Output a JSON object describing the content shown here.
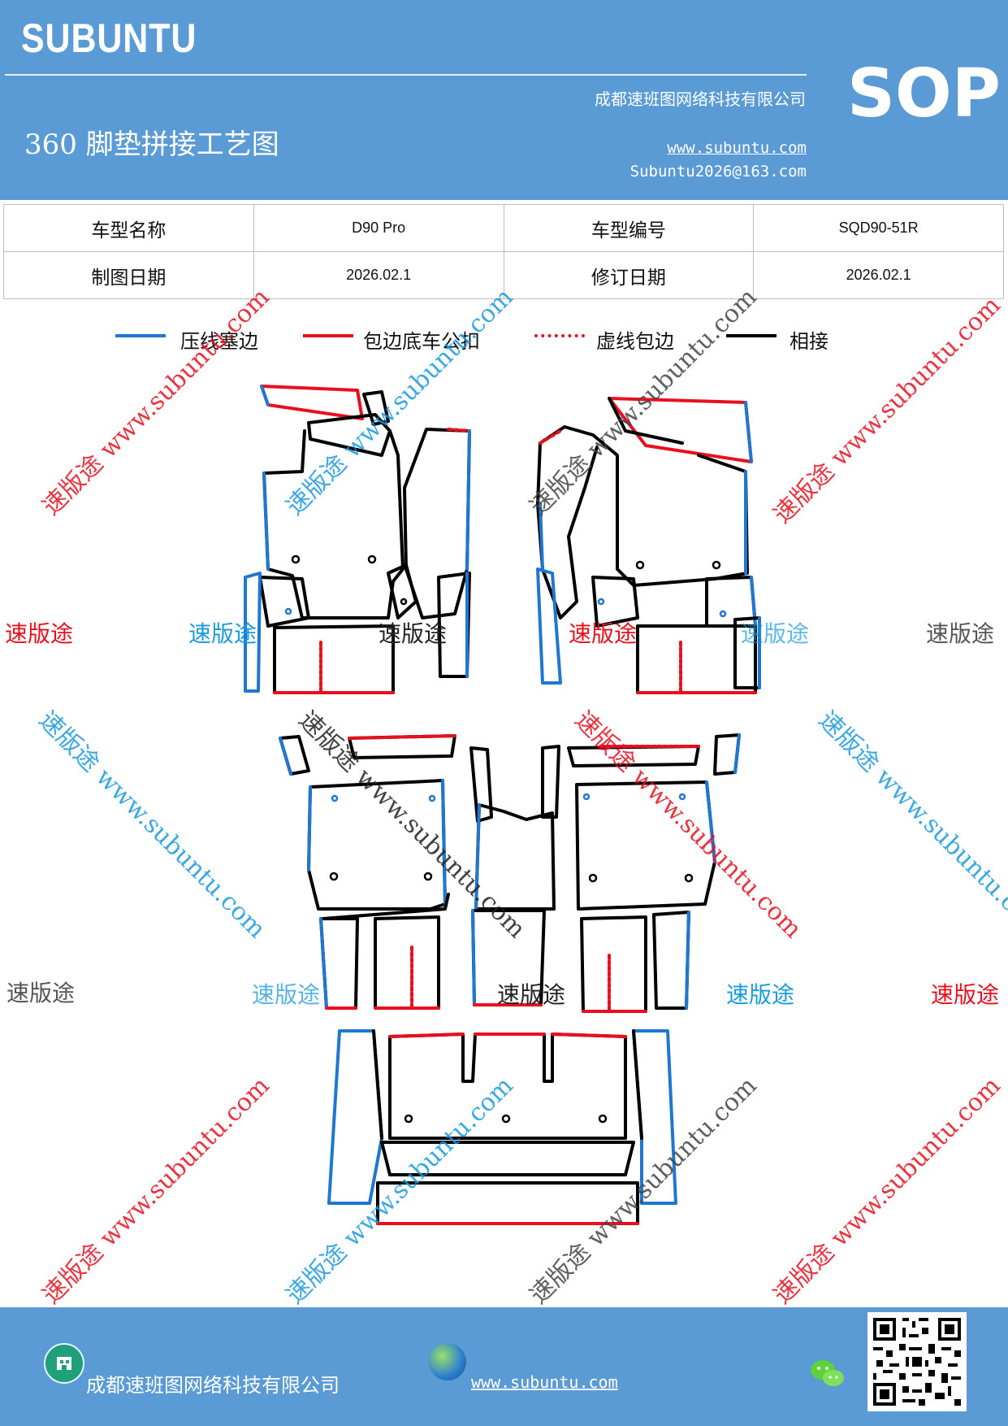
{
  "header": {
    "brand": "SUBUNTU",
    "company": "成都速班图网络科技有限公司",
    "title": "360 脚垫拼接工艺图",
    "website": "www.subuntu.com",
    "email": "Subuntu2026@163.com",
    "badge": "SOP"
  },
  "info_table": {
    "row1": {
      "label1": "车型名称",
      "value1": "D90 Pro",
      "label2": "车型编号",
      "value2": "SQD90-51R"
    },
    "row2": {
      "label1": "制图日期",
      "value1": "2026.02.1",
      "label2": "修订日期",
      "value2": "2026.02.1"
    }
  },
  "legend": [
    {
      "label": "压线塞边",
      "color": "#1f77d0",
      "style": "solid"
    },
    {
      "label": "包边底车公扣",
      "color": "#e8101f",
      "style": "solid"
    },
    {
      "label": "虚线包边",
      "color": "#e8101f",
      "style": "dashed"
    },
    {
      "label": "相接",
      "color": "#000000",
      "style": "solid"
    }
  ],
  "watermarks": {
    "diagonal_text": "速版途 www.subuntu.com",
    "flat_text": "速版途",
    "colors": {
      "red": "#e8101f",
      "blue": "#1a9ae0",
      "gray": "#555555",
      "dark": "#222222"
    }
  },
  "footer": {
    "company": "成都速班图网络科技有限公司",
    "website": "www.subuntu.com"
  },
  "icons": {
    "logo": "building-logo-icon",
    "globe": "globe-icon",
    "wechat": "wechat-icon",
    "qr": "qr-code-icon"
  }
}
